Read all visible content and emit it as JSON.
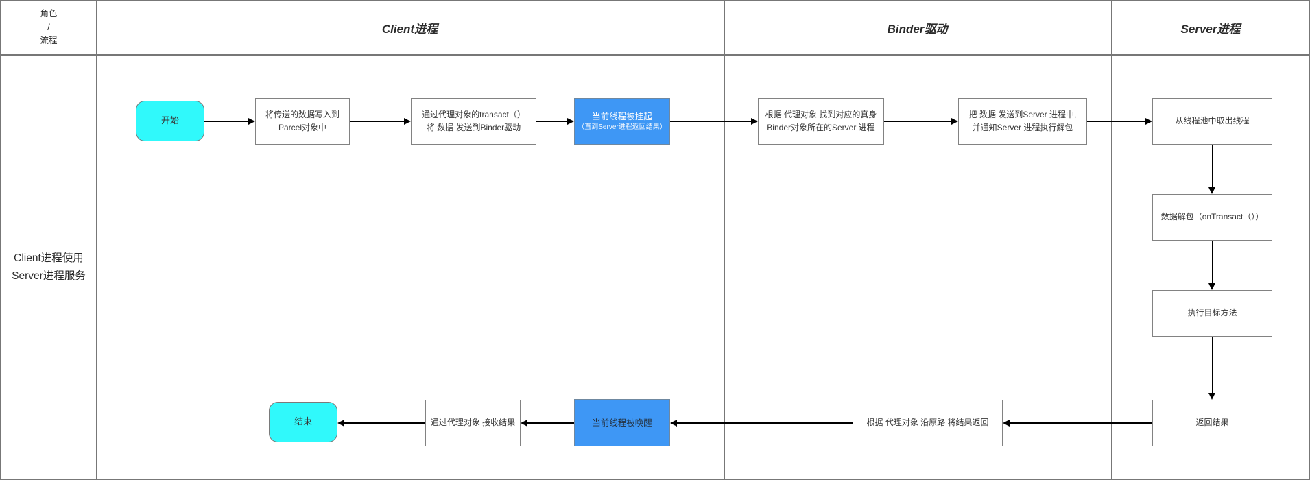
{
  "header": {
    "corner": "角色\n/\n流程",
    "lanes": [
      {
        "label": "Client进程"
      },
      {
        "label": "Binder驱动"
      },
      {
        "label": "Server进程"
      }
    ]
  },
  "row": {
    "label": "Client进程使用\nServer进程服务"
  },
  "nodes": {
    "start": "开始",
    "write_parcel": "将传送的数据写入到\nParcel对象中",
    "transact": "通过代理对象的transact（）\n将 数据 发送到Binder驱动",
    "thread_suspend": "当前线程被挂起",
    "thread_suspend_sub": "（直到Server进程返回结果）",
    "find_server": "根据 代理对象 找到对应的真身\nBinder对象所在的Server 进程",
    "send_to_server": "把 数据 发送到Server 进程中,\n并通知Server 进程执行解包",
    "get_thread": "从线程池中取出线程",
    "unpack": "数据解包（onTransact（））",
    "exec_method": "执行目标方法",
    "return_result": "返回结果",
    "route_back": "根据 代理对象 沿原路 将结果返回",
    "thread_wake": "当前线程被唤醒",
    "receive_result": "通过代理对象 接收结果",
    "end": "结束"
  },
  "colors": {
    "start_end_fill": "#30f9fb",
    "highlight_fill": "#3e97f5",
    "grid_line": "#777777",
    "box_border": "#828282",
    "arrow": "#000000"
  }
}
